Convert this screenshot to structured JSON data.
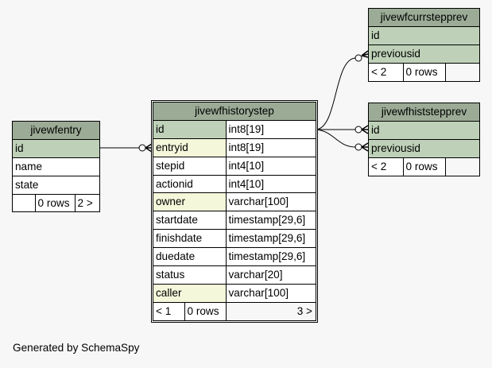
{
  "tables": {
    "jivewfentry": {
      "name": "jivewfentry",
      "columns": [
        {
          "name": "id",
          "kind": "pk"
        },
        {
          "name": "name",
          "kind": "plain"
        },
        {
          "name": "state",
          "kind": "plain"
        }
      ],
      "footer": {
        "parents": "",
        "rows": "0 rows",
        "children": "2 >"
      }
    },
    "jivewfhistorystep": {
      "name": "jivewfhistorystep",
      "columns": [
        {
          "name": "id",
          "type": "int8[19]",
          "kind": "pk"
        },
        {
          "name": "entryid",
          "type": "int8[19]",
          "kind": "fk"
        },
        {
          "name": "stepid",
          "type": "int4[10]",
          "kind": "plain"
        },
        {
          "name": "actionid",
          "type": "int4[10]",
          "kind": "plain"
        },
        {
          "name": "owner",
          "type": "varchar[100]",
          "kind": "fk"
        },
        {
          "name": "startdate",
          "type": "timestamp[29,6]",
          "kind": "plain"
        },
        {
          "name": "finishdate",
          "type": "timestamp[29,6]",
          "kind": "plain"
        },
        {
          "name": "duedate",
          "type": "timestamp[29,6]",
          "kind": "plain"
        },
        {
          "name": "status",
          "type": "varchar[20]",
          "kind": "plain"
        },
        {
          "name": "caller",
          "type": "varchar[100]",
          "kind": "fk"
        }
      ],
      "footer": {
        "parents": "< 1",
        "rows": "0 rows",
        "children": "3 >"
      }
    },
    "jivewfcurrstepprev": {
      "name": "jivewfcurrstepprev",
      "columns": [
        {
          "name": "id",
          "kind": "pk"
        },
        {
          "name": "previousid",
          "kind": "pk"
        }
      ],
      "footer": {
        "parents": "< 2",
        "rows": "0 rows",
        "children": ""
      }
    },
    "jivewfhiststepprev": {
      "name": "jivewfhiststepprev",
      "columns": [
        {
          "name": "id",
          "kind": "pk"
        },
        {
          "name": "previousid",
          "kind": "pk"
        }
      ],
      "footer": {
        "parents": "< 2",
        "rows": "0 rows",
        "children": ""
      }
    }
  },
  "colors": {
    "header": "#9bab96",
    "primary_key": "#bed1b8",
    "foreign_key": "#f4f7da",
    "background": "#f7f7f7"
  },
  "generated_by": "Generated by SchemaSpy"
}
